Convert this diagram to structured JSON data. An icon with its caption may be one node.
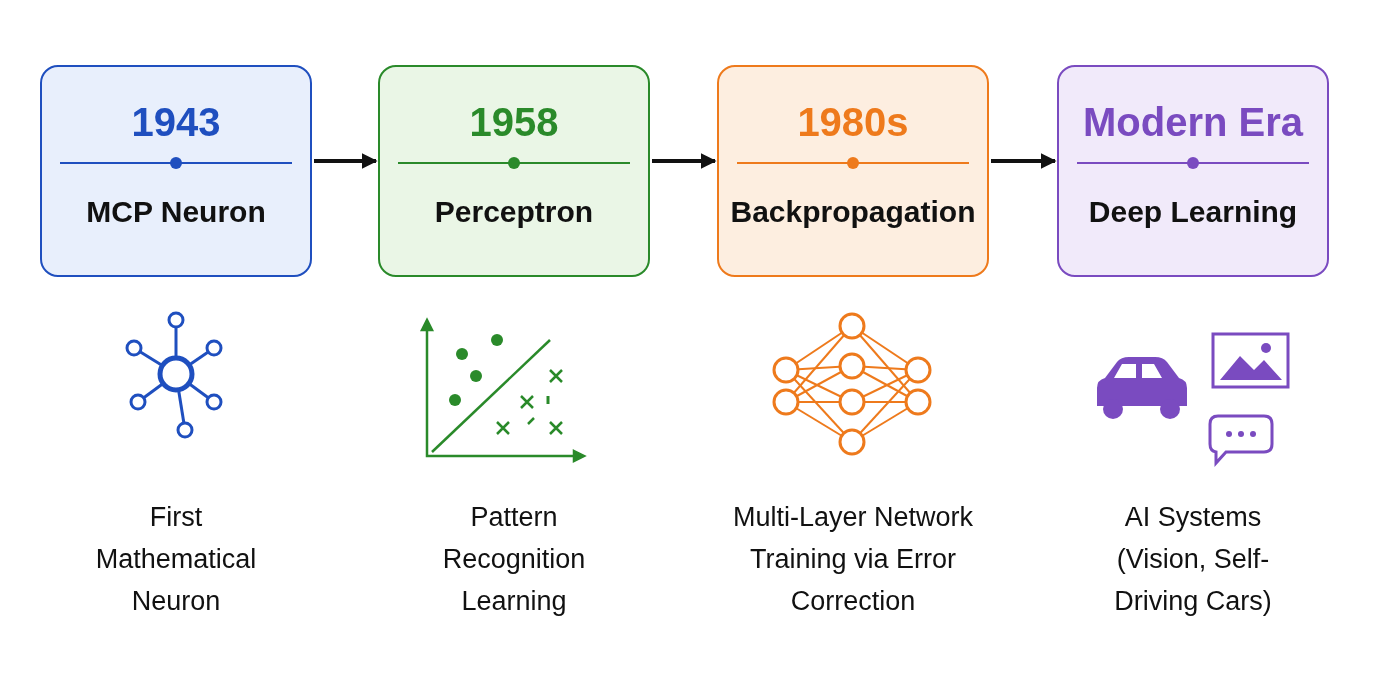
{
  "diagram": {
    "nodes": [
      {
        "text": [
          "1943",
          "MCP Neuron"
        ]
      },
      {
        "text": [
          "1958",
          "Perceptron"
        ]
      },
      {
        "text": [
          "1980s",
          "Backpropagation"
        ]
      },
      {
        "text": [
          "Modern Era",
          "Deep Learning"
        ]
      }
    ],
    "edges": [
      {
        "from": 0,
        "to": 1,
        "arrow": "to"
      },
      {
        "from": 1,
        "to": 2,
        "arrow": "to"
      },
      {
        "from": 2,
        "to": 3,
        "arrow": "to"
      }
    ],
    "labels": [
      "First Mathematical Neuron",
      "Pattern Recognition Learning",
      "Multi-Layer Network Training via Error Correction",
      "AI Systems (Vision, Self-Driving Cars)"
    ]
  }
}
